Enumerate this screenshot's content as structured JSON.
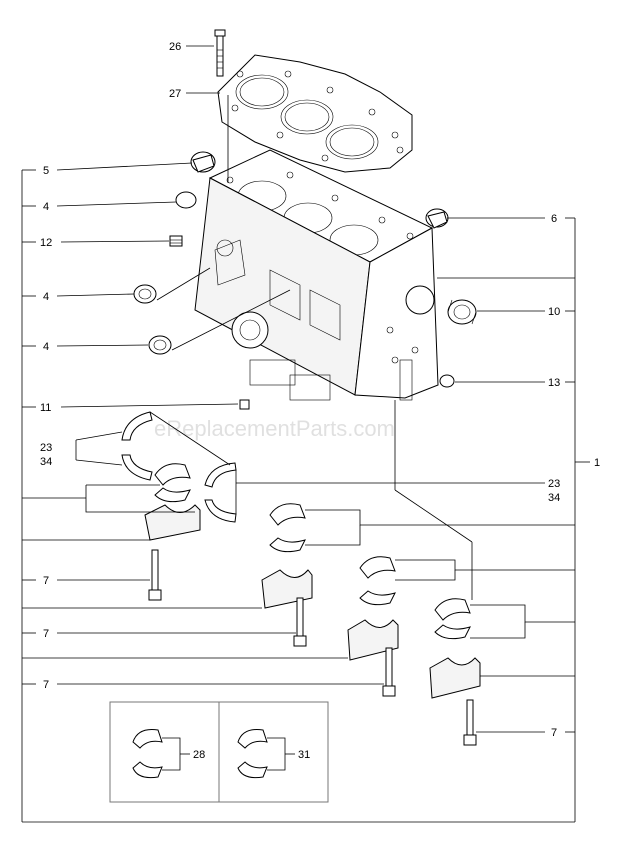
{
  "watermark": "eReplacementParts.com",
  "callouts": {
    "c26": "26",
    "c27": "27",
    "c5": "5",
    "c4a": "4",
    "c12": "12",
    "c4b": "4",
    "c4c": "4",
    "c11": "11",
    "c23a": "23",
    "c34a": "34",
    "c7a": "7",
    "c7b": "7",
    "c7c": "7",
    "c6": "6",
    "c10": "10",
    "c13": "13",
    "c1": "1",
    "c23b": "23",
    "c34b": "34",
    "c7d": "7",
    "c28": "28",
    "c31": "31"
  },
  "icons": {
    "gasket": "head-gasket-icon",
    "block": "cylinder-block-icon",
    "bearing": "bearing-shell-icon",
    "bolt": "bolt-icon",
    "plug": "plug-icon",
    "cap": "bearing-cap-icon"
  }
}
